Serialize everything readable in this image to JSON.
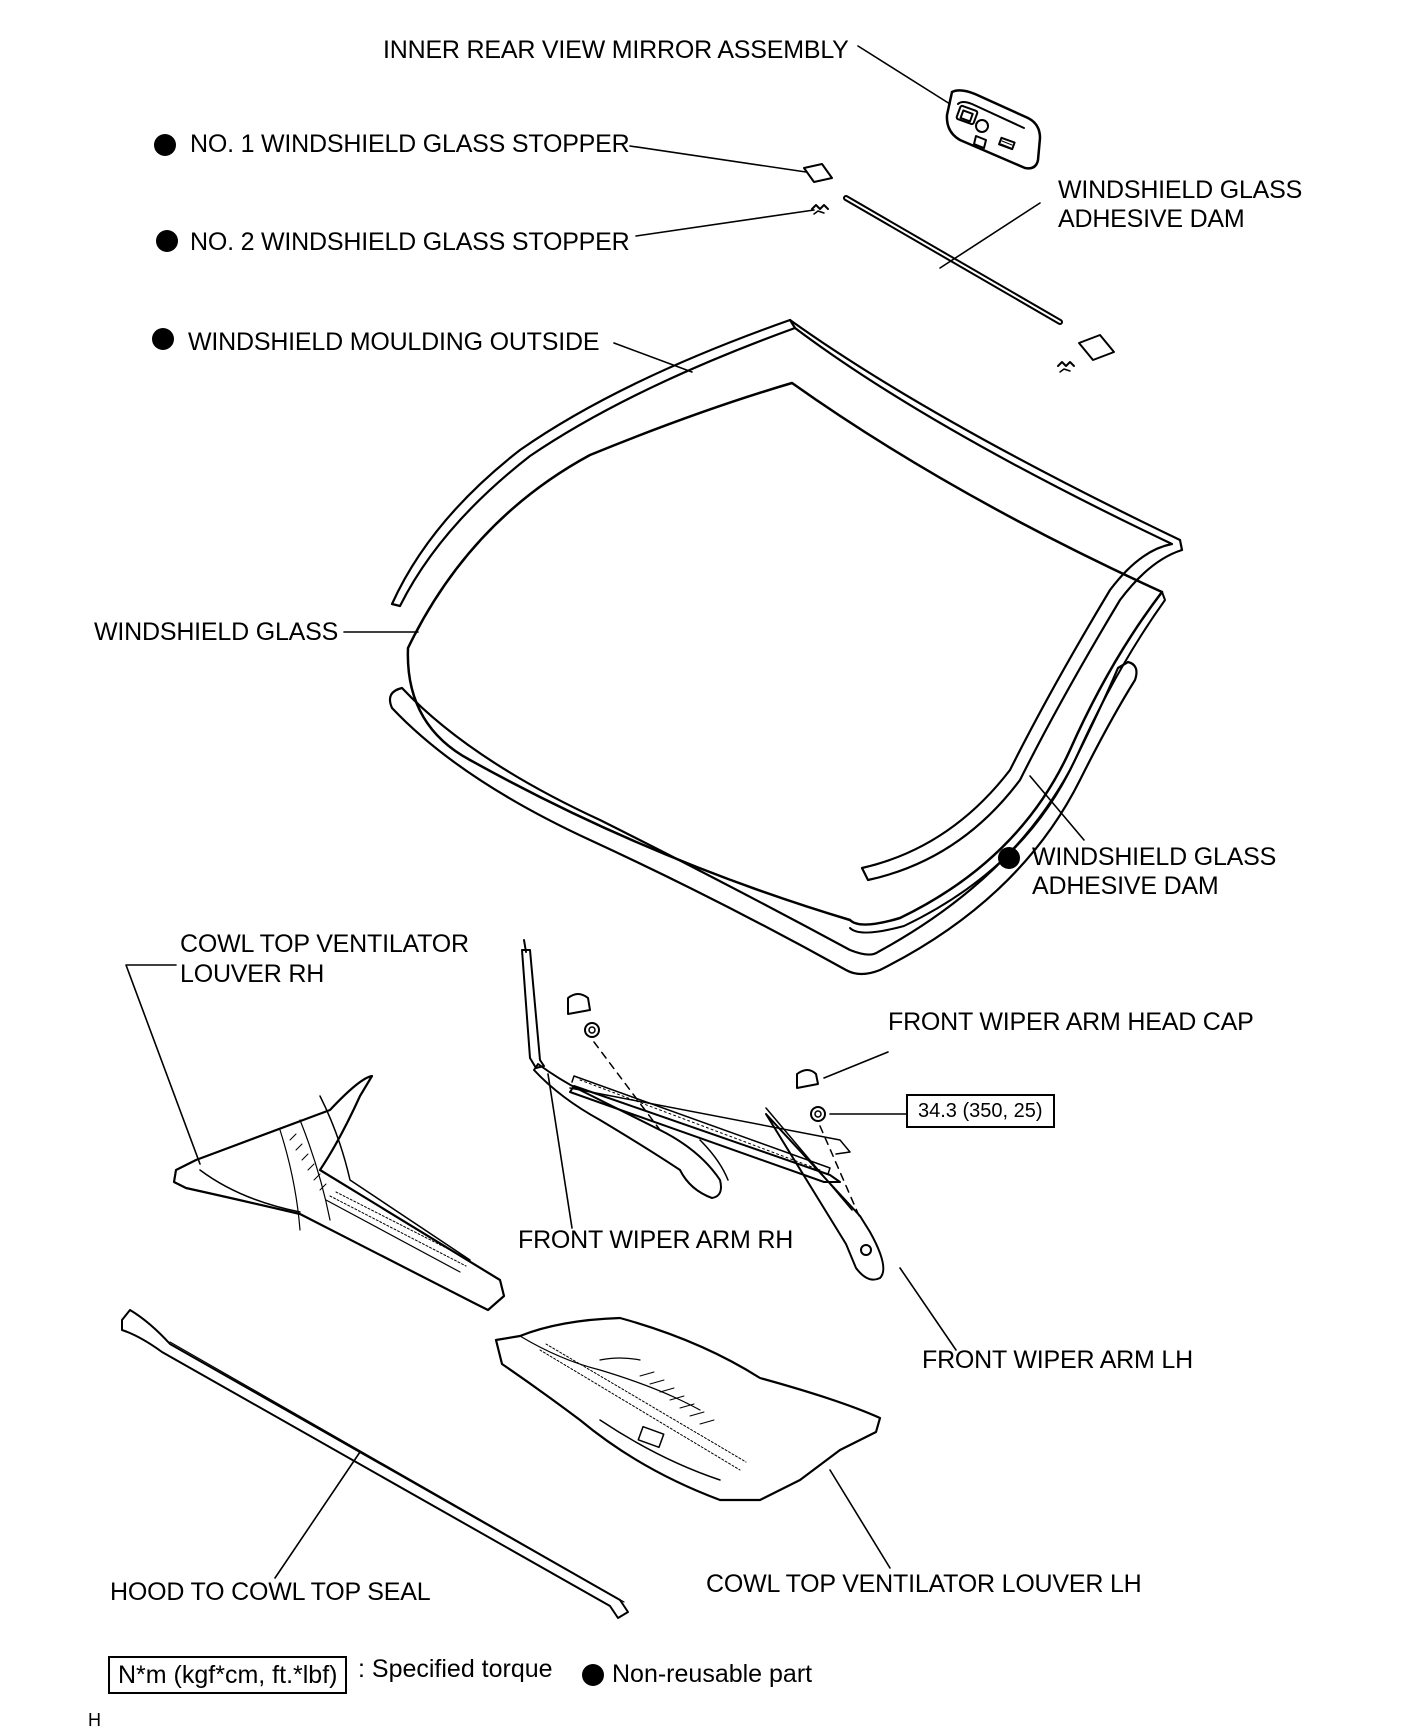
{
  "labels": {
    "mirror": "INNER REAR VIEW MIRROR ASSEMBLY",
    "stopper1": "NO. 1 WINDSHIELD GLASS STOPPER",
    "stopper2": "NO. 2 WINDSHIELD GLASS STOPPER",
    "dam_upper_line1": "WINDSHIELD GLASS",
    "dam_upper_line2": "ADHESIVE DAM",
    "moulding": "WINDSHIELD MOULDING OUTSIDE",
    "glass": "WINDSHIELD GLASS",
    "dam_lower_line1": "WINDSHIELD GLASS",
    "dam_lower_line2": "ADHESIVE DAM",
    "louver_rh_line1": "COWL TOP VENTILATOR",
    "louver_rh_line2": "LOUVER RH",
    "head_cap": "FRONT WIPER ARM HEAD CAP",
    "wiper_rh": "FRONT WIPER ARM RH",
    "wiper_lh": "FRONT WIPER ARM LH",
    "hood_seal": "HOOD TO COWL TOP SEAL",
    "louver_lh": "COWL TOP VENTILATOR LOUVER LH"
  },
  "torque": {
    "value": "34.3 (350, 25)"
  },
  "legend": {
    "unit_box": "N*m (kgf*cm, ft.*lbf)",
    "unit_desc": ": Specified torque",
    "nonreusable": "Non-reusable part"
  },
  "footer": {
    "code": "H"
  }
}
